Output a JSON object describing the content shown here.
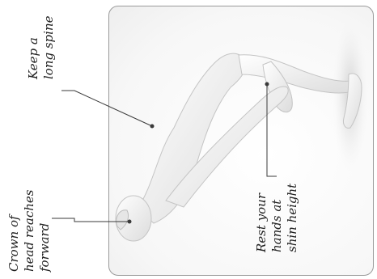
{
  "labels": {
    "head": [
      "Crown of",
      "head reaches",
      "forward"
    ],
    "spine": [
      "Keep a",
      "long spine"
    ],
    "hands": [
      "Rest your",
      "hands at",
      "shin height"
    ]
  }
}
